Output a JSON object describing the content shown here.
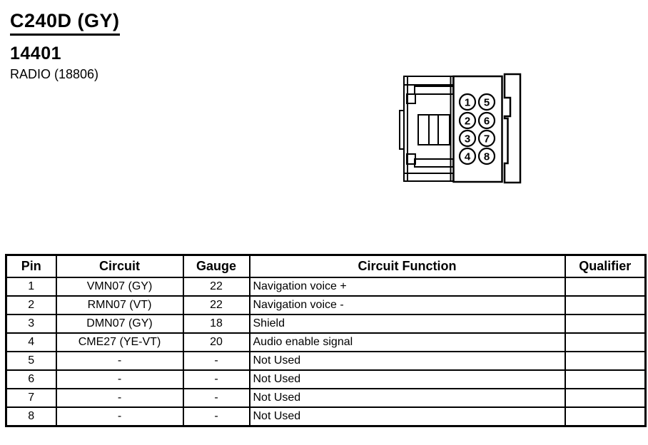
{
  "header": {
    "connector_id": "C240D (GY)",
    "part_number": "14401",
    "component": "RADIO (18806)"
  },
  "connector": {
    "description": "8-cavity connector face view, pins numbered in two columns",
    "pin_labels": [
      "1",
      "2",
      "3",
      "4",
      "5",
      "6",
      "7",
      "8"
    ]
  },
  "table": {
    "headers": [
      "Pin",
      "Circuit",
      "Gauge",
      "Circuit Function",
      "Qualifier"
    ],
    "rows": [
      {
        "pin": "1",
        "circuit": "VMN07 (GY)",
        "gauge": "22",
        "function": "Navigation voice +",
        "qualifier": ""
      },
      {
        "pin": "2",
        "circuit": "RMN07 (VT)",
        "gauge": "22",
        "function": "Navigation voice -",
        "qualifier": ""
      },
      {
        "pin": "3",
        "circuit": "DMN07 (GY)",
        "gauge": "18",
        "function": "Shield",
        "qualifier": ""
      },
      {
        "pin": "4",
        "circuit": "CME27 (YE-VT)",
        "gauge": "20",
        "function": "Audio enable signal",
        "qualifier": ""
      },
      {
        "pin": "5",
        "circuit": "-",
        "gauge": "-",
        "function": "Not Used",
        "qualifier": ""
      },
      {
        "pin": "6",
        "circuit": "-",
        "gauge": "-",
        "function": "Not Used",
        "qualifier": ""
      },
      {
        "pin": "7",
        "circuit": "-",
        "gauge": "-",
        "function": "Not Used",
        "qualifier": ""
      },
      {
        "pin": "8",
        "circuit": "-",
        "gauge": "-",
        "function": "Not Used",
        "qualifier": ""
      }
    ]
  },
  "colors": {
    "ink": "#000000",
    "paper": "#ffffff"
  }
}
